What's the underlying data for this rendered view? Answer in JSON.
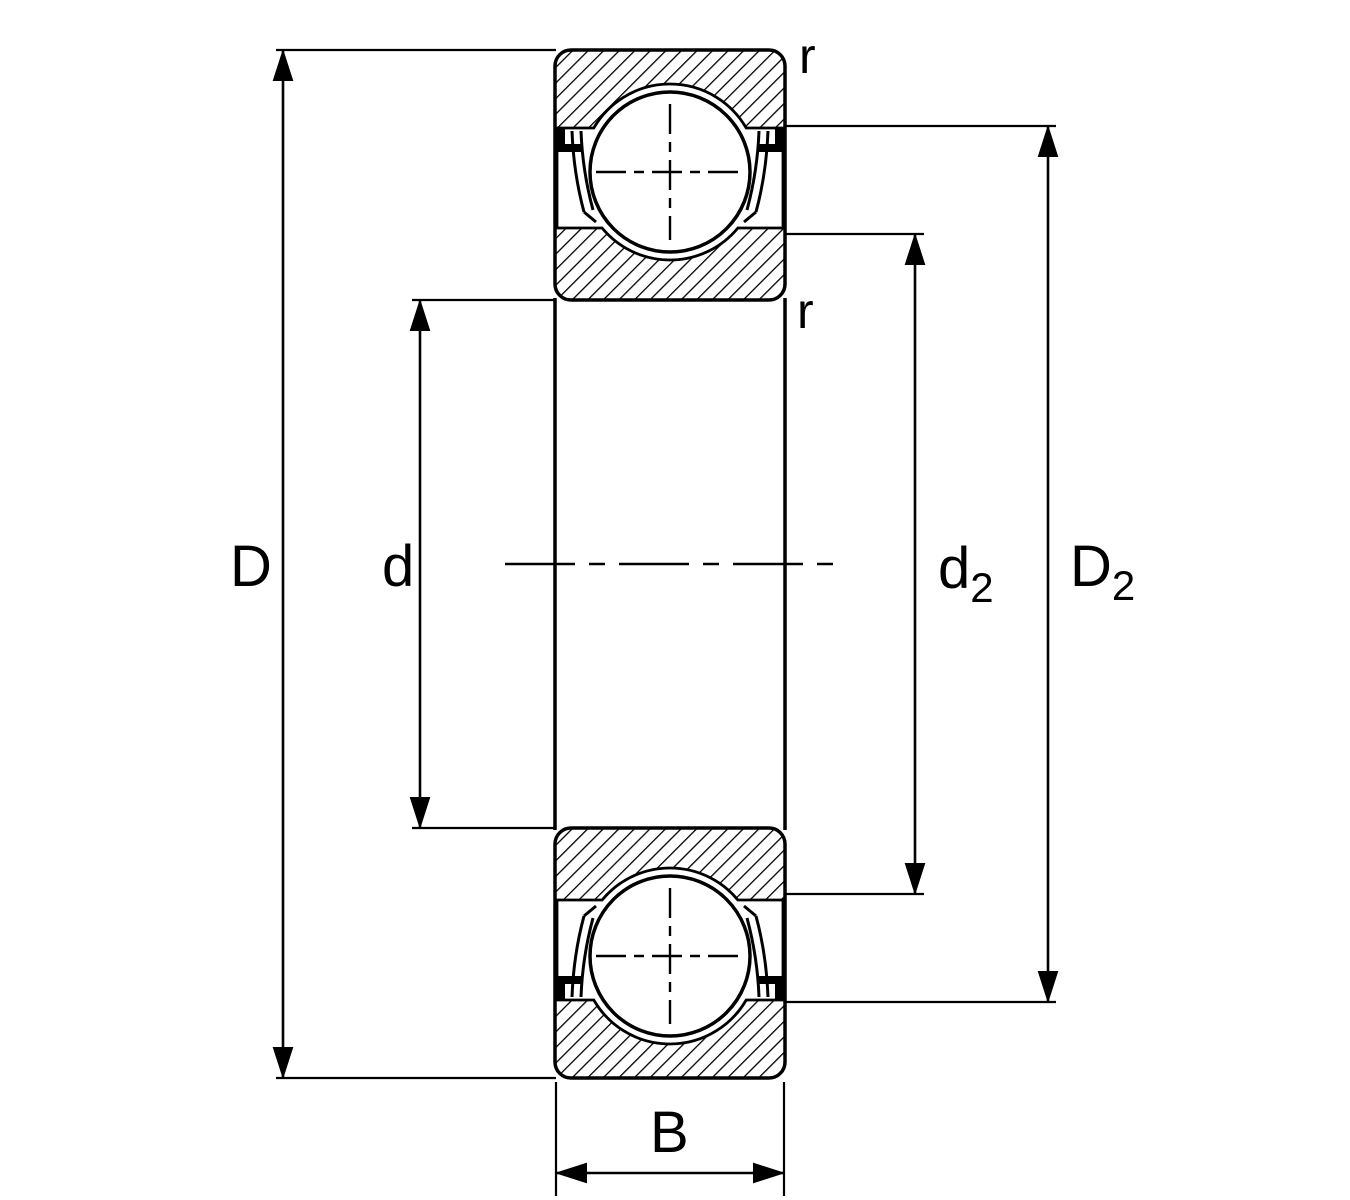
{
  "diagram": {
    "kind": "deep-groove-ball-bearing-cross-section",
    "labels": {
      "D": "D",
      "d": "d",
      "d2_base": "d",
      "d2_sub": "2",
      "D2_base": "D",
      "D2_sub": "2",
      "B": "B",
      "r_top": "r",
      "r_mid": "r"
    },
    "colors": {
      "ink": "#000000",
      "paper": "#ffffff"
    }
  }
}
